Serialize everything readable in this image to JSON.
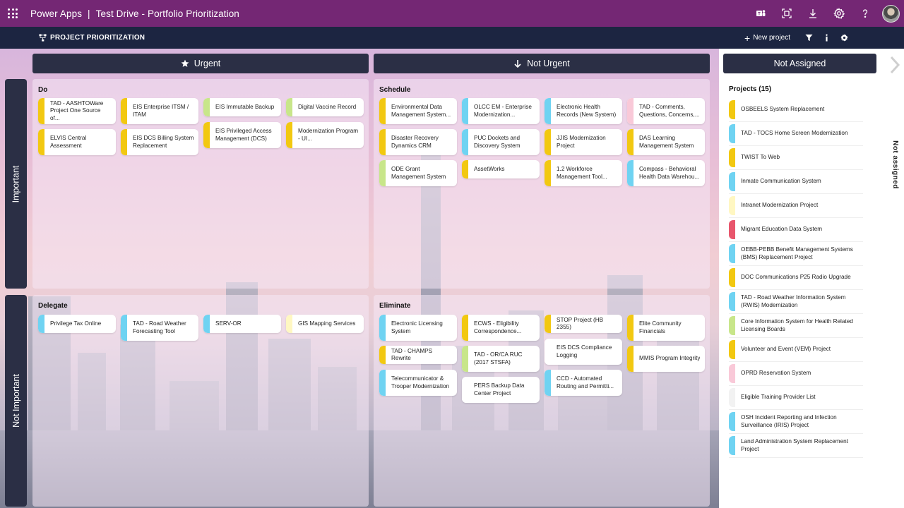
{
  "app": {
    "name": "Power Apps",
    "separator": "|",
    "title": "Test Drive - Portfolio Prioritization"
  },
  "top_icons": [
    "teams-icon",
    "fit-screen-icon",
    "download-icon",
    "settings-icon",
    "help-icon",
    "avatar"
  ],
  "nav": {
    "title": "PROJECT PRIORITIZATION",
    "new_project": "New project"
  },
  "columns": {
    "urgent": "Urgent",
    "not_urgent": "Not Urgent",
    "not_assigned": "Not Assigned"
  },
  "rows": {
    "important": "Important",
    "not_important": "Not Important"
  },
  "quadrants": {
    "do": {
      "title": "Do",
      "cards": [
        {
          "label": "TAD - AASHTOWare Project One Source of...",
          "color": "#f2c811"
        },
        {
          "label": "EIS Enterprise ITSM / ITAM",
          "color": "#f2c811"
        },
        {
          "label": "EIS Immutable Backup",
          "color": "#c8e68a"
        },
        {
          "label": "Digital Vaccine Record",
          "color": "#c8e68a"
        },
        {
          "label": "ELVIS Central Assessment",
          "color": "#f2c811"
        },
        {
          "label": "EIS DCS Billing System Replacement",
          "color": "#f2c811"
        },
        {
          "label": "EIS Privileged Access Management (DCS)",
          "color": "#f2c811"
        },
        {
          "label": "Modernization Program - UI...",
          "color": "#f2c811"
        }
      ]
    },
    "schedule": {
      "title": "Schedule",
      "cards": [
        {
          "label": "Environmental Data Management System...",
          "color": "#f2c811"
        },
        {
          "label": "OLCC EM - Enterprise Modernization...",
          "color": "#6fd3f2"
        },
        {
          "label": "Electronic Health Records (New System)",
          "color": "#6fd3f2"
        },
        {
          "label": "TAD - Comments, Questions, Concerns,...",
          "color": "#f9c9d8"
        },
        {
          "label": "Disaster Recovery Dynamics CRM",
          "color": "#f2c811"
        },
        {
          "label": "PUC Dockets and Discovery System",
          "color": "#6fd3f2"
        },
        {
          "label": "JJIS Modernization Project",
          "color": "#f2c811"
        },
        {
          "label": "DAS Learning Management System",
          "color": "#f2c811"
        },
        {
          "label": "ODE Grant Management System",
          "color": "#c8e68a"
        },
        {
          "label": "AssetWorks",
          "color": "#f2c811"
        },
        {
          "label": "1.2 Workforce Management Tool...",
          "color": "#f2c811"
        },
        {
          "label": "Compass - Behavioral Health Data Warehou...",
          "color": "#6fd3f2"
        }
      ]
    },
    "delegate": {
      "title": "Delegate",
      "cards": [
        {
          "label": "Privilege Tax Online",
          "color": "#6fd3f2"
        },
        {
          "label": "TAD - Road Weather Forecasting Tool",
          "color": "#6fd3f2"
        },
        {
          "label": "SERV-OR",
          "color": "#6fd3f2"
        },
        {
          "label": "GIS Mapping Services",
          "color": "#fff7c2"
        }
      ]
    },
    "eliminate": {
      "title": "Eliminate",
      "cards": [
        {
          "label": "Electronic Licensing System",
          "color": "#6fd3f2"
        },
        {
          "label": "ECWS - Eligibility Correspondence...",
          "color": "#f2c811"
        },
        {
          "label": "STOP Project (HB 2355)",
          "color": "#f2c811"
        },
        {
          "label": "Elite Community Financials",
          "color": "#f2c811"
        },
        {
          "label": "TAD - CHAMPS Rewrite",
          "color": "#f2c811"
        },
        {
          "label": "TAD - OR/CA RUC (2017 STSFA)",
          "color": "#c8e68a"
        },
        {
          "label": "EIS DCS Compliance Logging",
          "color": "#ffffff"
        },
        {
          "label": "MMIS Program Integrity",
          "color": "#f2c811"
        },
        {
          "label": "Telecommunicator & Trooper Modernization",
          "color": "#6fd3f2"
        },
        {
          "label": "PERS Backup Data Center Project",
          "color": "#ffffff"
        },
        {
          "label": "CCD - Automated Routing and Permitti...",
          "color": "#6fd3f2"
        }
      ]
    }
  },
  "panel": {
    "subtitle": "Projects (15)",
    "items": [
      {
        "label": "OSBEELS System Replacement",
        "color": "#f2c811"
      },
      {
        "label": "TAD - TOCS Home Screen Modernization",
        "color": "#6fd3f2"
      },
      {
        "label": "TWIST To Web",
        "color": "#f2c811"
      },
      {
        "label": "Inmate Communication System",
        "color": "#6fd3f2"
      },
      {
        "label": "Intranet Modernization Project",
        "color": "#fff7c2"
      },
      {
        "label": "Migrant Education Data System",
        "color": "#e8566c"
      },
      {
        "label": "OEBB-PEBB Benefit Management Systems (BMS) Replacement Project",
        "color": "#6fd3f2"
      },
      {
        "label": "DOC Communications P25 Radio Upgrade",
        "color": "#f2c811"
      },
      {
        "label": "TAD - Road Weather Information System (RWIS) Modernization",
        "color": "#6fd3f2"
      },
      {
        "label": "Core Information System for Health Related Licensing Boards",
        "color": "#c8e68a"
      },
      {
        "label": "Volunteer and Event (VEM) Project",
        "color": "#f2c811"
      },
      {
        "label": "OPRD Reservation System",
        "color": "#f9c9d8"
      },
      {
        "label": "Eligible Training Provider List",
        "color": "#f2f2f2"
      },
      {
        "label": "OSH Incident Reporting and Infection Surveillance (IRIS) Project",
        "color": "#6fd3f2"
      },
      {
        "label": "Land Administration System Replacement Project",
        "color": "#6fd3f2"
      }
    ]
  },
  "collapse": {
    "label": "Not assigned"
  }
}
